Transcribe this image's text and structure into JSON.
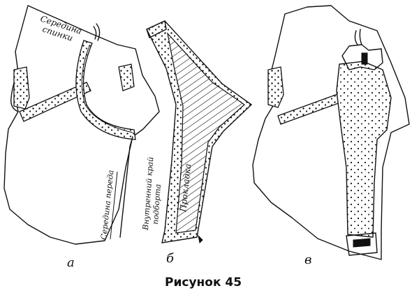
{
  "caption": "Рисунок 45",
  "panels": [
    {
      "letter": "а",
      "labels": {
        "back_center": "Середина спинки",
        "front_center": "Середина переда"
      }
    },
    {
      "letter": "б",
      "labels": {
        "inner_edge": "Внутренний край подборта",
        "interlining": "Прокладка"
      }
    },
    {
      "letter": "в"
    }
  ]
}
